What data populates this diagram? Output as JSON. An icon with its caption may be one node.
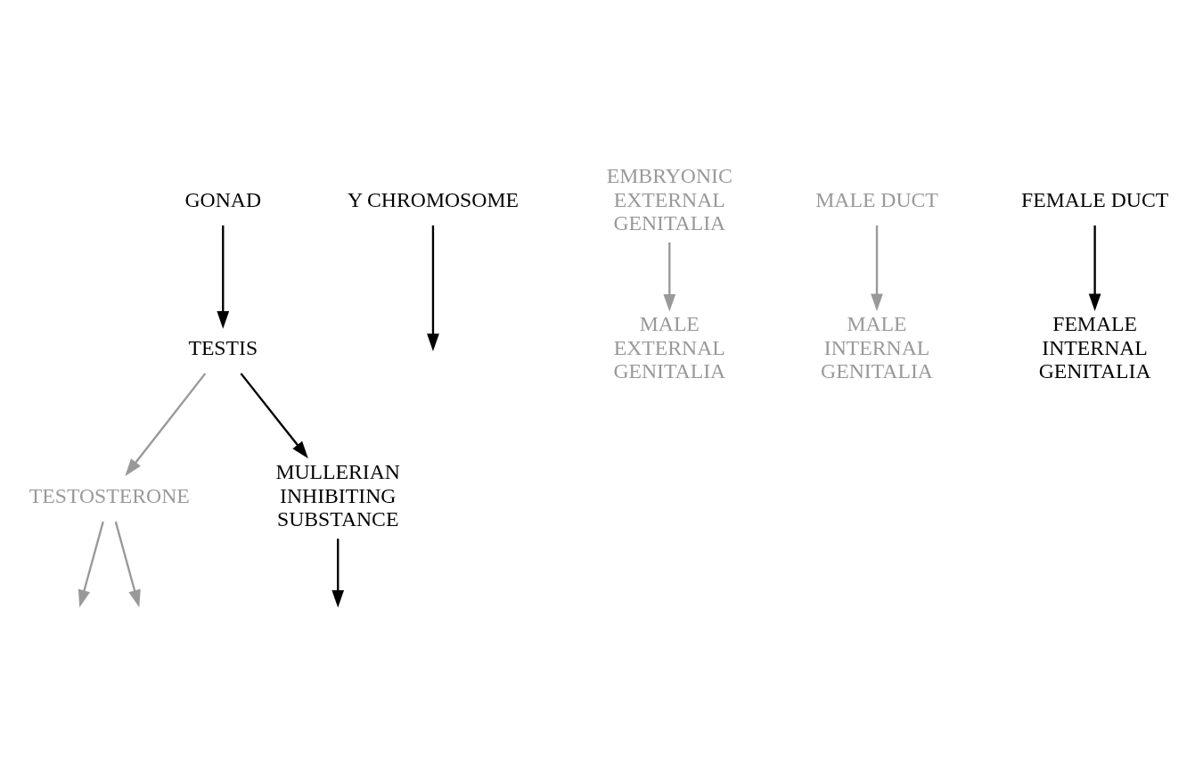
{
  "diagram": {
    "nodes": [
      {
        "text": [
          "GONAD"
        ]
      },
      {
        "text": [
          "Y CHROMOSOME"
        ]
      },
      {
        "text": [
          "TESTIS"
        ]
      },
      {
        "text": [
          "TESTOSTERONE"
        ]
      },
      {
        "text": [
          "MULLERIAN INHIBITING SUBSTANCE"
        ]
      },
      {
        "text": [
          "EMBRYONIC EXTERNAL GENITALIA"
        ]
      },
      {
        "text": [
          "MALE EXTERNAL GENITALIA"
        ]
      },
      {
        "text": [
          "MALE DUCT"
        ]
      },
      {
        "text": [
          "MALE INTERNAL GENITALIA"
        ]
      },
      {
        "text": [
          "FEMALE DUCT"
        ]
      },
      {
        "text": [
          "FEMALE INTERNAL GENITALIA"
        ]
      }
    ],
    "edges": [
      {
        "from": 0,
        "to": 2,
        "arrow": "to"
      },
      {
        "from": 1,
        "to": null,
        "arrow": "to"
      },
      {
        "from": 2,
        "to": 3,
        "arrow": "to",
        "color": "#999999"
      },
      {
        "from": 2,
        "to": 4,
        "arrow": "to"
      },
      {
        "from": 3,
        "to": null,
        "arrow": "to",
        "color": "#999999"
      },
      {
        "from": 5,
        "to": 6,
        "arrow": "to",
        "color": "#999999"
      },
      {
        "from": 3,
        "to": null,
        "arrow": "to",
        "color": "#999999"
      },
      {
        "from": 7,
        "to": 8,
        "arrow": "to",
        "color": "#999999"
      },
      {
        "from": 4,
        "to": null,
        "arrow": "to"
      },
      {
        "from": 9,
        "to": 10,
        "arrow": "to"
      }
    ]
  }
}
